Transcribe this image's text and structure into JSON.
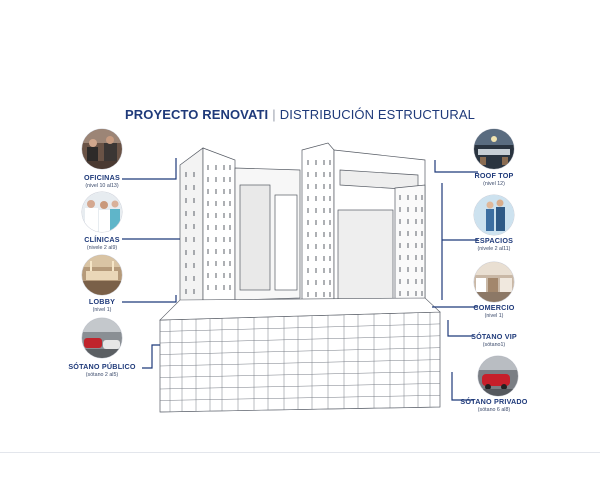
{
  "header": {
    "title_strong": "PROYECTO RENOVATI",
    "separator": "|",
    "title_sub": "DISTRIBUCIÓN ESTRUCTURAL"
  },
  "levels": {
    "oficinas": {
      "name": "OFICINAS",
      "level": "(nivel 10 al13)"
    },
    "clinicas": {
      "name": "CLÍNICAS",
      "level": "(nivele 2 al9)"
    },
    "lobby": {
      "name": "LOBBY",
      "level": "(nivel 1)"
    },
    "sotano_publico": {
      "name": "SÓTANO PÚBLICO",
      "level": "(sótano 2 al5)"
    },
    "roof_top": {
      "name": "ROOF TOP",
      "level": "(nivel 12)"
    },
    "espacios": {
      "name": "ESPACIOS",
      "level": "(nivele 2 al11)"
    },
    "comercio": {
      "name": "COMERCIO",
      "level": "(nivel 1)"
    },
    "sotano_vip": {
      "name": "SÓTANO VIP",
      "level": "(sótano1)"
    },
    "sotano_privado": {
      "name": "SÓTANO PRIVADO",
      "level": "(sótano 6 al8)"
    }
  },
  "colors": {
    "accent": "#1f3a7a",
    "line": "#1f3a7a",
    "building_stroke": "#555a63"
  }
}
